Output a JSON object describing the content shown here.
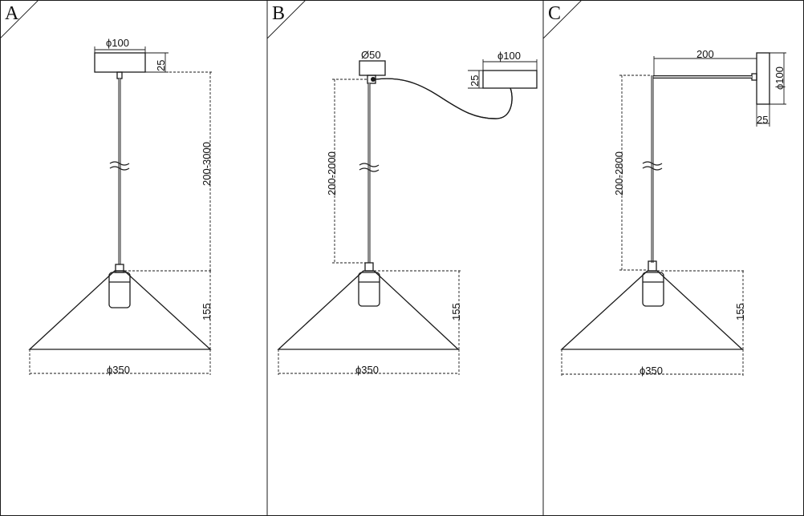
{
  "panels": [
    {
      "letter": "A",
      "canopy_dia": "ϕ100",
      "canopy_h": "25",
      "cable_len": "200-3000",
      "shade_h": "155",
      "shade_dia": "ϕ350"
    },
    {
      "letter": "B",
      "hook_dia": "Ø50",
      "canopy_dia": "ϕ100",
      "canopy_h": "25",
      "cable_len": "200-2000",
      "shade_h": "155",
      "shade_dia": "ϕ350"
    },
    {
      "letter": "C",
      "arm_len": "200",
      "plate_dia": "ϕ100",
      "plate_w": "25",
      "cable_len": "200-2800",
      "shade_h": "155",
      "shade_dia": "ϕ350"
    }
  ]
}
